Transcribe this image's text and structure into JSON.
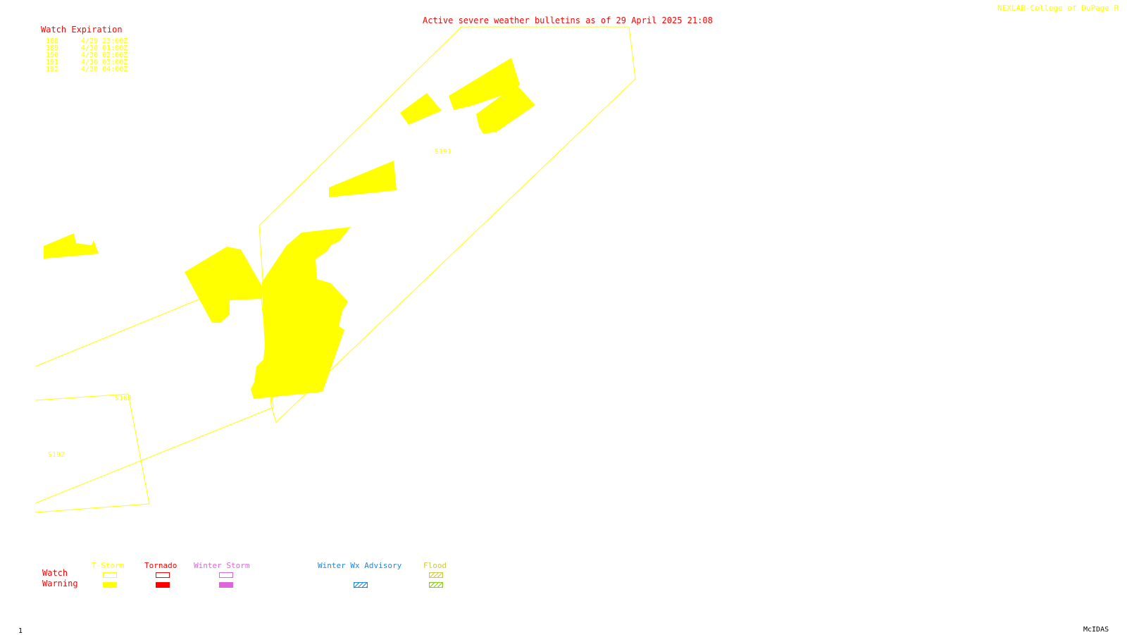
{
  "header": {
    "credit": "NEXLAB-College of DuPage R",
    "title": "Active severe weather bulletins as of 29 April 2025 21:08"
  },
  "watch_table": {
    "heading": "Watch Expiration",
    "rows": [
      {
        "id": "188",
        "expires": "4/29 23:00Z"
      },
      {
        "id": "189",
        "expires": "4/30 01:00Z"
      },
      {
        "id": "190",
        "expires": "4/30 02:00Z"
      },
      {
        "id": "191",
        "expires": "4/30 03:00Z"
      },
      {
        "id": "192",
        "expires": "4/30 04:00Z"
      }
    ]
  },
  "watch_labels": [
    {
      "label": "S191"
    },
    {
      "label": "S188"
    },
    {
      "label": "S192"
    }
  ],
  "legend": {
    "row_watch": "Watch",
    "row_warning": "Warning",
    "columns": [
      {
        "label": "T-Storm",
        "color": "#ffff00",
        "fill": "solid"
      },
      {
        "label": "Tornado",
        "color": "#ff0000",
        "fill": "solid"
      },
      {
        "label": "Winter Storm",
        "color": "#dd66dd",
        "fill": "solid"
      },
      {
        "label": "Winter Wx Advisory",
        "color": "#2288dd",
        "fill": "hatched"
      },
      {
        "label": "Flood",
        "color": "#88cc22",
        "fill": "hatched"
      }
    ]
  },
  "footer": {
    "frame_number": "1",
    "software": "McIDAS"
  },
  "colors": {
    "header_text": "#ff0000",
    "watch_outline": "#ffff00",
    "tstorm_warning_fill": "#ffff00",
    "background": "#ffffff"
  }
}
